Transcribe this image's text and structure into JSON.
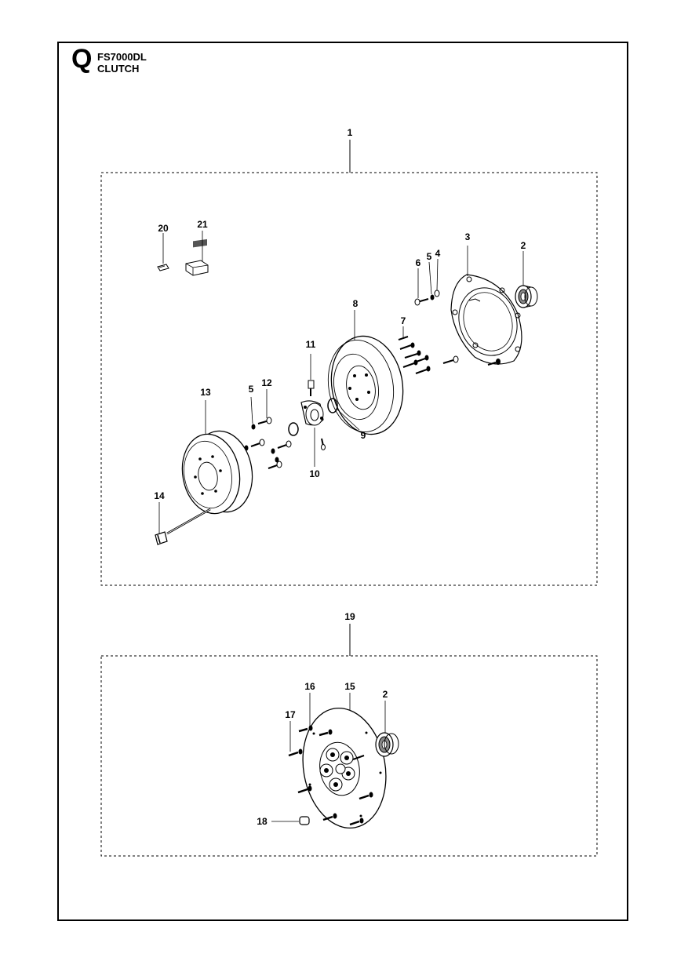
{
  "header": {
    "section_letter": "Q",
    "model": "FS7000DL",
    "title": "CLUTCH"
  },
  "callouts": {
    "assembly_1": "1",
    "assembly_19": "19",
    "c2": "2",
    "c3": "3",
    "c4": "4",
    "c5a": "5",
    "c5b": "5",
    "c6": "6",
    "c7": "7",
    "c8": "8",
    "c9": "9",
    "c10": "10",
    "c11": "11",
    "c12": "12",
    "c13": "13",
    "c14": "14",
    "c15": "15",
    "c16": "16",
    "c17": "17",
    "c18": "18",
    "c2b": "2",
    "c20": "20",
    "c21": "21"
  }
}
